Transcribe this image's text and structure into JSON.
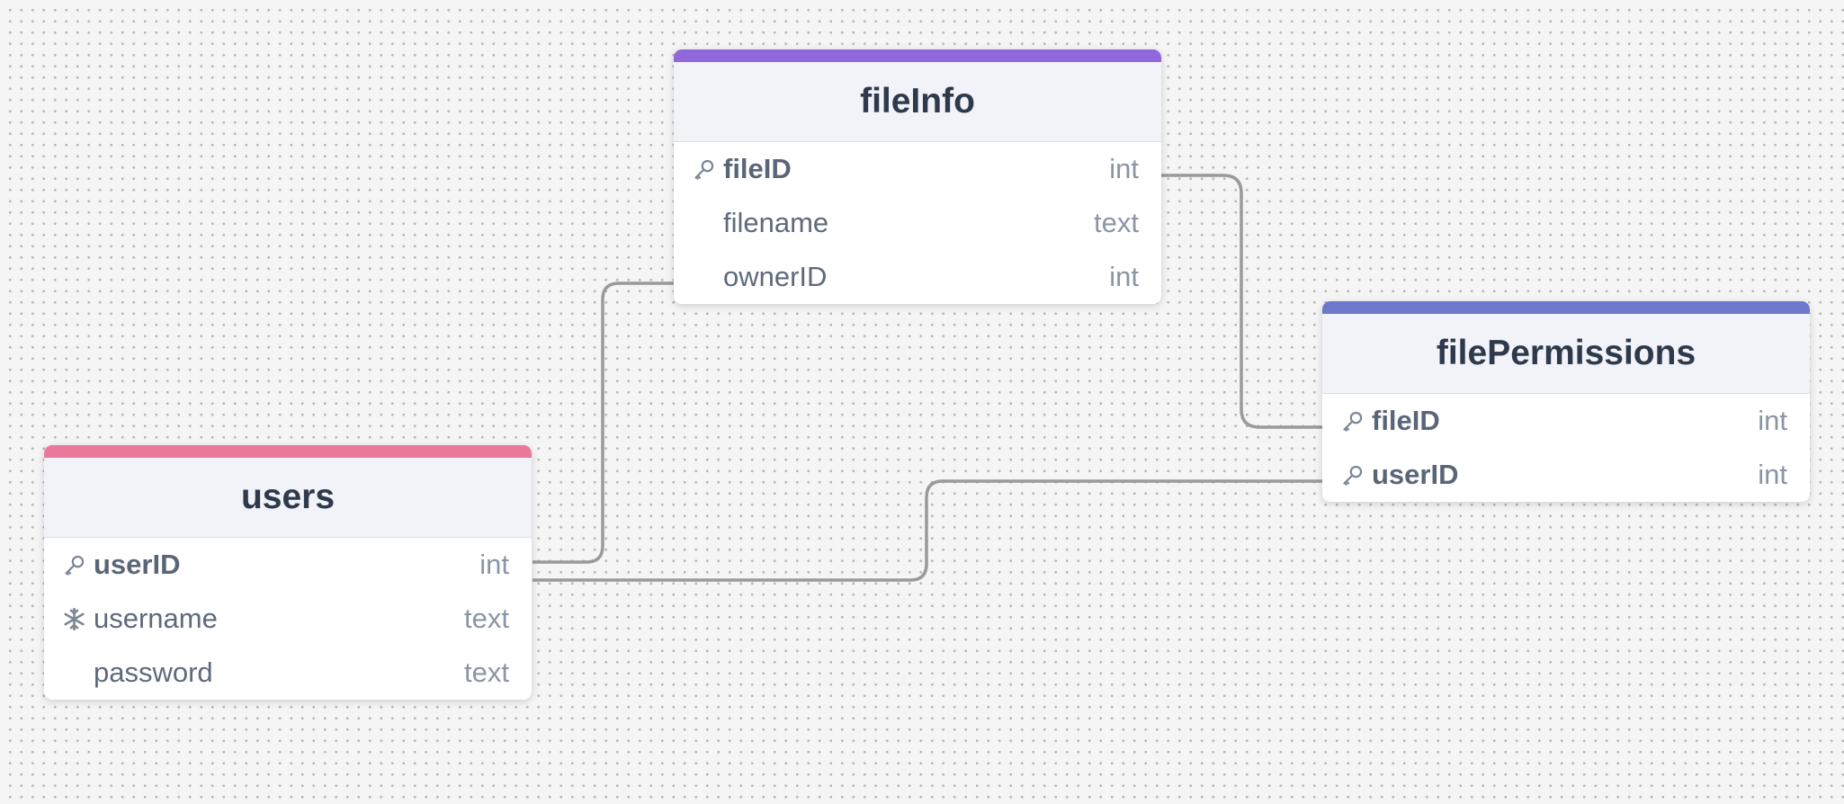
{
  "colors": {
    "users_accent": "#e8799a",
    "fileInfo_accent": "#9168dc",
    "filePermissions_accent": "#6b78cc",
    "connector": "#9a9a9a"
  },
  "tables": {
    "users": {
      "name": "users",
      "fields": [
        {
          "name": "userID",
          "type": "int",
          "icon": "key-icon"
        },
        {
          "name": "username",
          "type": "text",
          "icon": "snowflake-icon"
        },
        {
          "name": "password",
          "type": "text",
          "icon": ""
        }
      ]
    },
    "fileInfo": {
      "name": "fileInfo",
      "fields": [
        {
          "name": "fileID",
          "type": "int",
          "icon": "key-icon"
        },
        {
          "name": "filename",
          "type": "text",
          "icon": ""
        },
        {
          "name": "ownerID",
          "type": "int",
          "icon": ""
        }
      ]
    },
    "filePermissions": {
      "name": "filePermissions",
      "fields": [
        {
          "name": "fileID",
          "type": "int",
          "icon": "key-icon"
        },
        {
          "name": "userID",
          "type": "int",
          "icon": "key-icon"
        }
      ]
    }
  },
  "relationships": [
    {
      "from": "users.userID",
      "to": "fileInfo.ownerID"
    },
    {
      "from": "users.userID",
      "to": "filePermissions.userID"
    },
    {
      "from": "fileInfo.fileID",
      "to": "filePermissions.fileID"
    }
  ]
}
